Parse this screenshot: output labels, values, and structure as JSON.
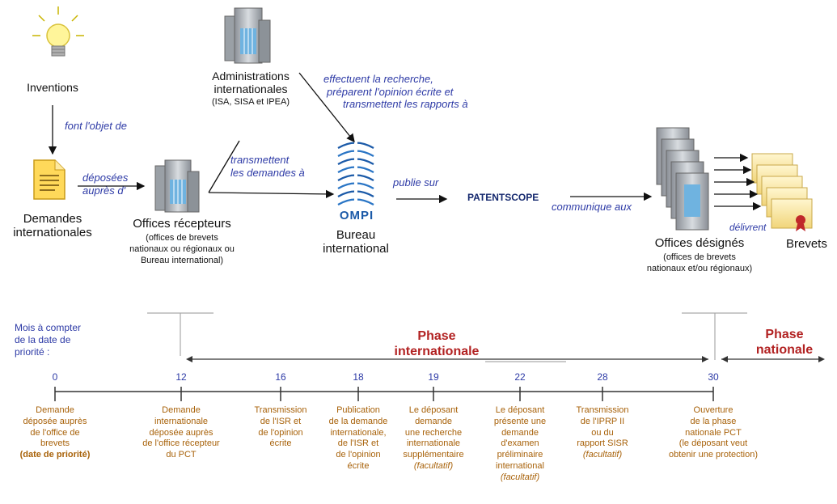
{
  "diagram": {
    "inventions": "Inventions",
    "font_objet": "font l'objet de",
    "demandes_internationales": [
      "Demandes",
      "internationales"
    ],
    "deposees_aupres": [
      "déposées",
      "auprès d'"
    ],
    "offices_recepteurs": "Offices récepteurs",
    "offices_recepteurs_sub": [
      "(offices de brevets",
      "nationaux ou régionaux ou",
      "Bureau international)"
    ],
    "administrations": [
      "Administrations",
      "internationales"
    ],
    "administrations_sub": "(ISA, SISA et IPEA)",
    "transmettent": [
      "transmettent",
      "les demandes à"
    ],
    "effectuent": [
      "effectuent la recherche,",
      "préparent l'opinion écrite et",
      "transmettent les rapports à"
    ],
    "ompi": "OMPI",
    "bureau": [
      "Bureau",
      "international"
    ],
    "publie_sur": "publie sur",
    "patentscope": "PATENTSCOPE",
    "communique_aux": "communique aux",
    "offices_designes": "Offices désignés",
    "offices_designes_sub": [
      "(offices de brevets",
      "nationaux et/ou régionaux)"
    ],
    "delivrent": "délivrent",
    "brevets": "Brevets"
  },
  "timeline": {
    "mois_label": [
      "Mois à compter",
      "de la date de",
      "priorité :"
    ],
    "phase_internationale": [
      "Phase",
      "internationale"
    ],
    "phase_nationale": [
      "Phase",
      "nationale"
    ],
    "months": [
      "0",
      "12",
      "16",
      "18",
      "19",
      "22",
      "28",
      "30"
    ],
    "events": [
      [
        "Demande",
        "déposée auprès",
        "de l'office de",
        "brevets",
        "(date de priorité)"
      ],
      [
        "Demande",
        "internationale",
        "déposée auprès",
        "de l'office récepteur",
        "du PCT"
      ],
      [
        "Transmission",
        "de l'ISR et",
        "de l'opinion",
        "écrite"
      ],
      [
        "Publication",
        "de la demande",
        "internationale,",
        "de l'ISR et",
        "de l'opinion",
        "écrite"
      ],
      [
        "Le déposant",
        "demande",
        "une recherche",
        "internationale",
        "supplémentaire",
        "(facultatif)"
      ],
      [
        "Le déposant",
        "présente une",
        "demande",
        "d'examen",
        "préliminaire",
        "international",
        "(facultatif)"
      ],
      [
        "Transmission",
        "de l'IPRP II",
        "ou du",
        "rapport SISR",
        "(facultatif)"
      ],
      [
        "Ouverture",
        "de la phase",
        "nationale PCT",
        "(le déposant veut",
        "obtenir une protection)"
      ]
    ]
  },
  "colors": {
    "blue_text": "#2d3aa6",
    "event_text": "#a8620a",
    "phase_red": "#b22222"
  }
}
